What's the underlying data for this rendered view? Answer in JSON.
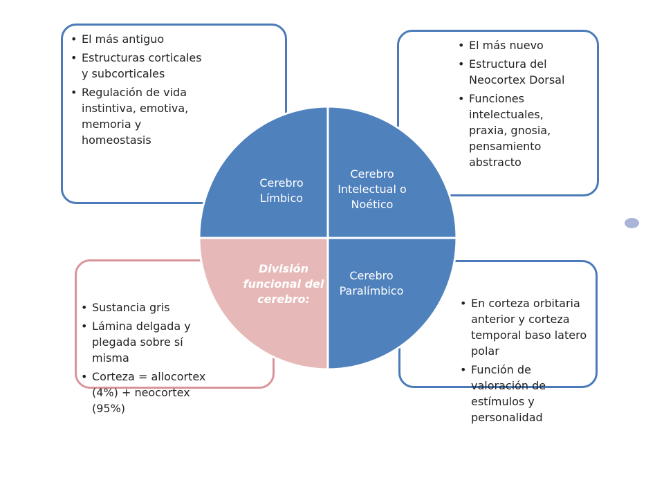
{
  "boxes": {
    "top_left": {
      "items": [
        "El más antiguo",
        "Estructuras corticales y subcorticales",
        "Regulación de vida instintiva, emotiva, memoria y homeostasis"
      ]
    },
    "top_right": {
      "items": [
        "El más nuevo",
        "Estructura del Neocortex Dorsal",
        "Funciones intelectuales, praxia, gnosia, pensamiento abstracto"
      ]
    },
    "bottom_left": {
      "items": [
        "Sustancia gris",
        "Lámina delgada y plegada sobre sí misma",
        "Corteza = allocortex (4%) + neocortex (95%)"
      ]
    },
    "bottom_right": {
      "items": [
        "En corteza orbitaria anterior y corteza temporal baso latero polar",
        "Función de valoración de estímulos y personalidad"
      ]
    }
  },
  "quadrants": {
    "limbico": "Cerebro Límbico",
    "intelectual": "Cerebro Intelectual o Noético",
    "paralimbico": "Cerebro Paralímbico",
    "division": "División funcional del cerebro:"
  },
  "colors": {
    "blue_fill": "#4f81bd",
    "pink_fill": "#e6b9b8",
    "blue_border": "#4a7ab8",
    "pink_border": "#d9949b",
    "dot": "#a9b4d8"
  }
}
